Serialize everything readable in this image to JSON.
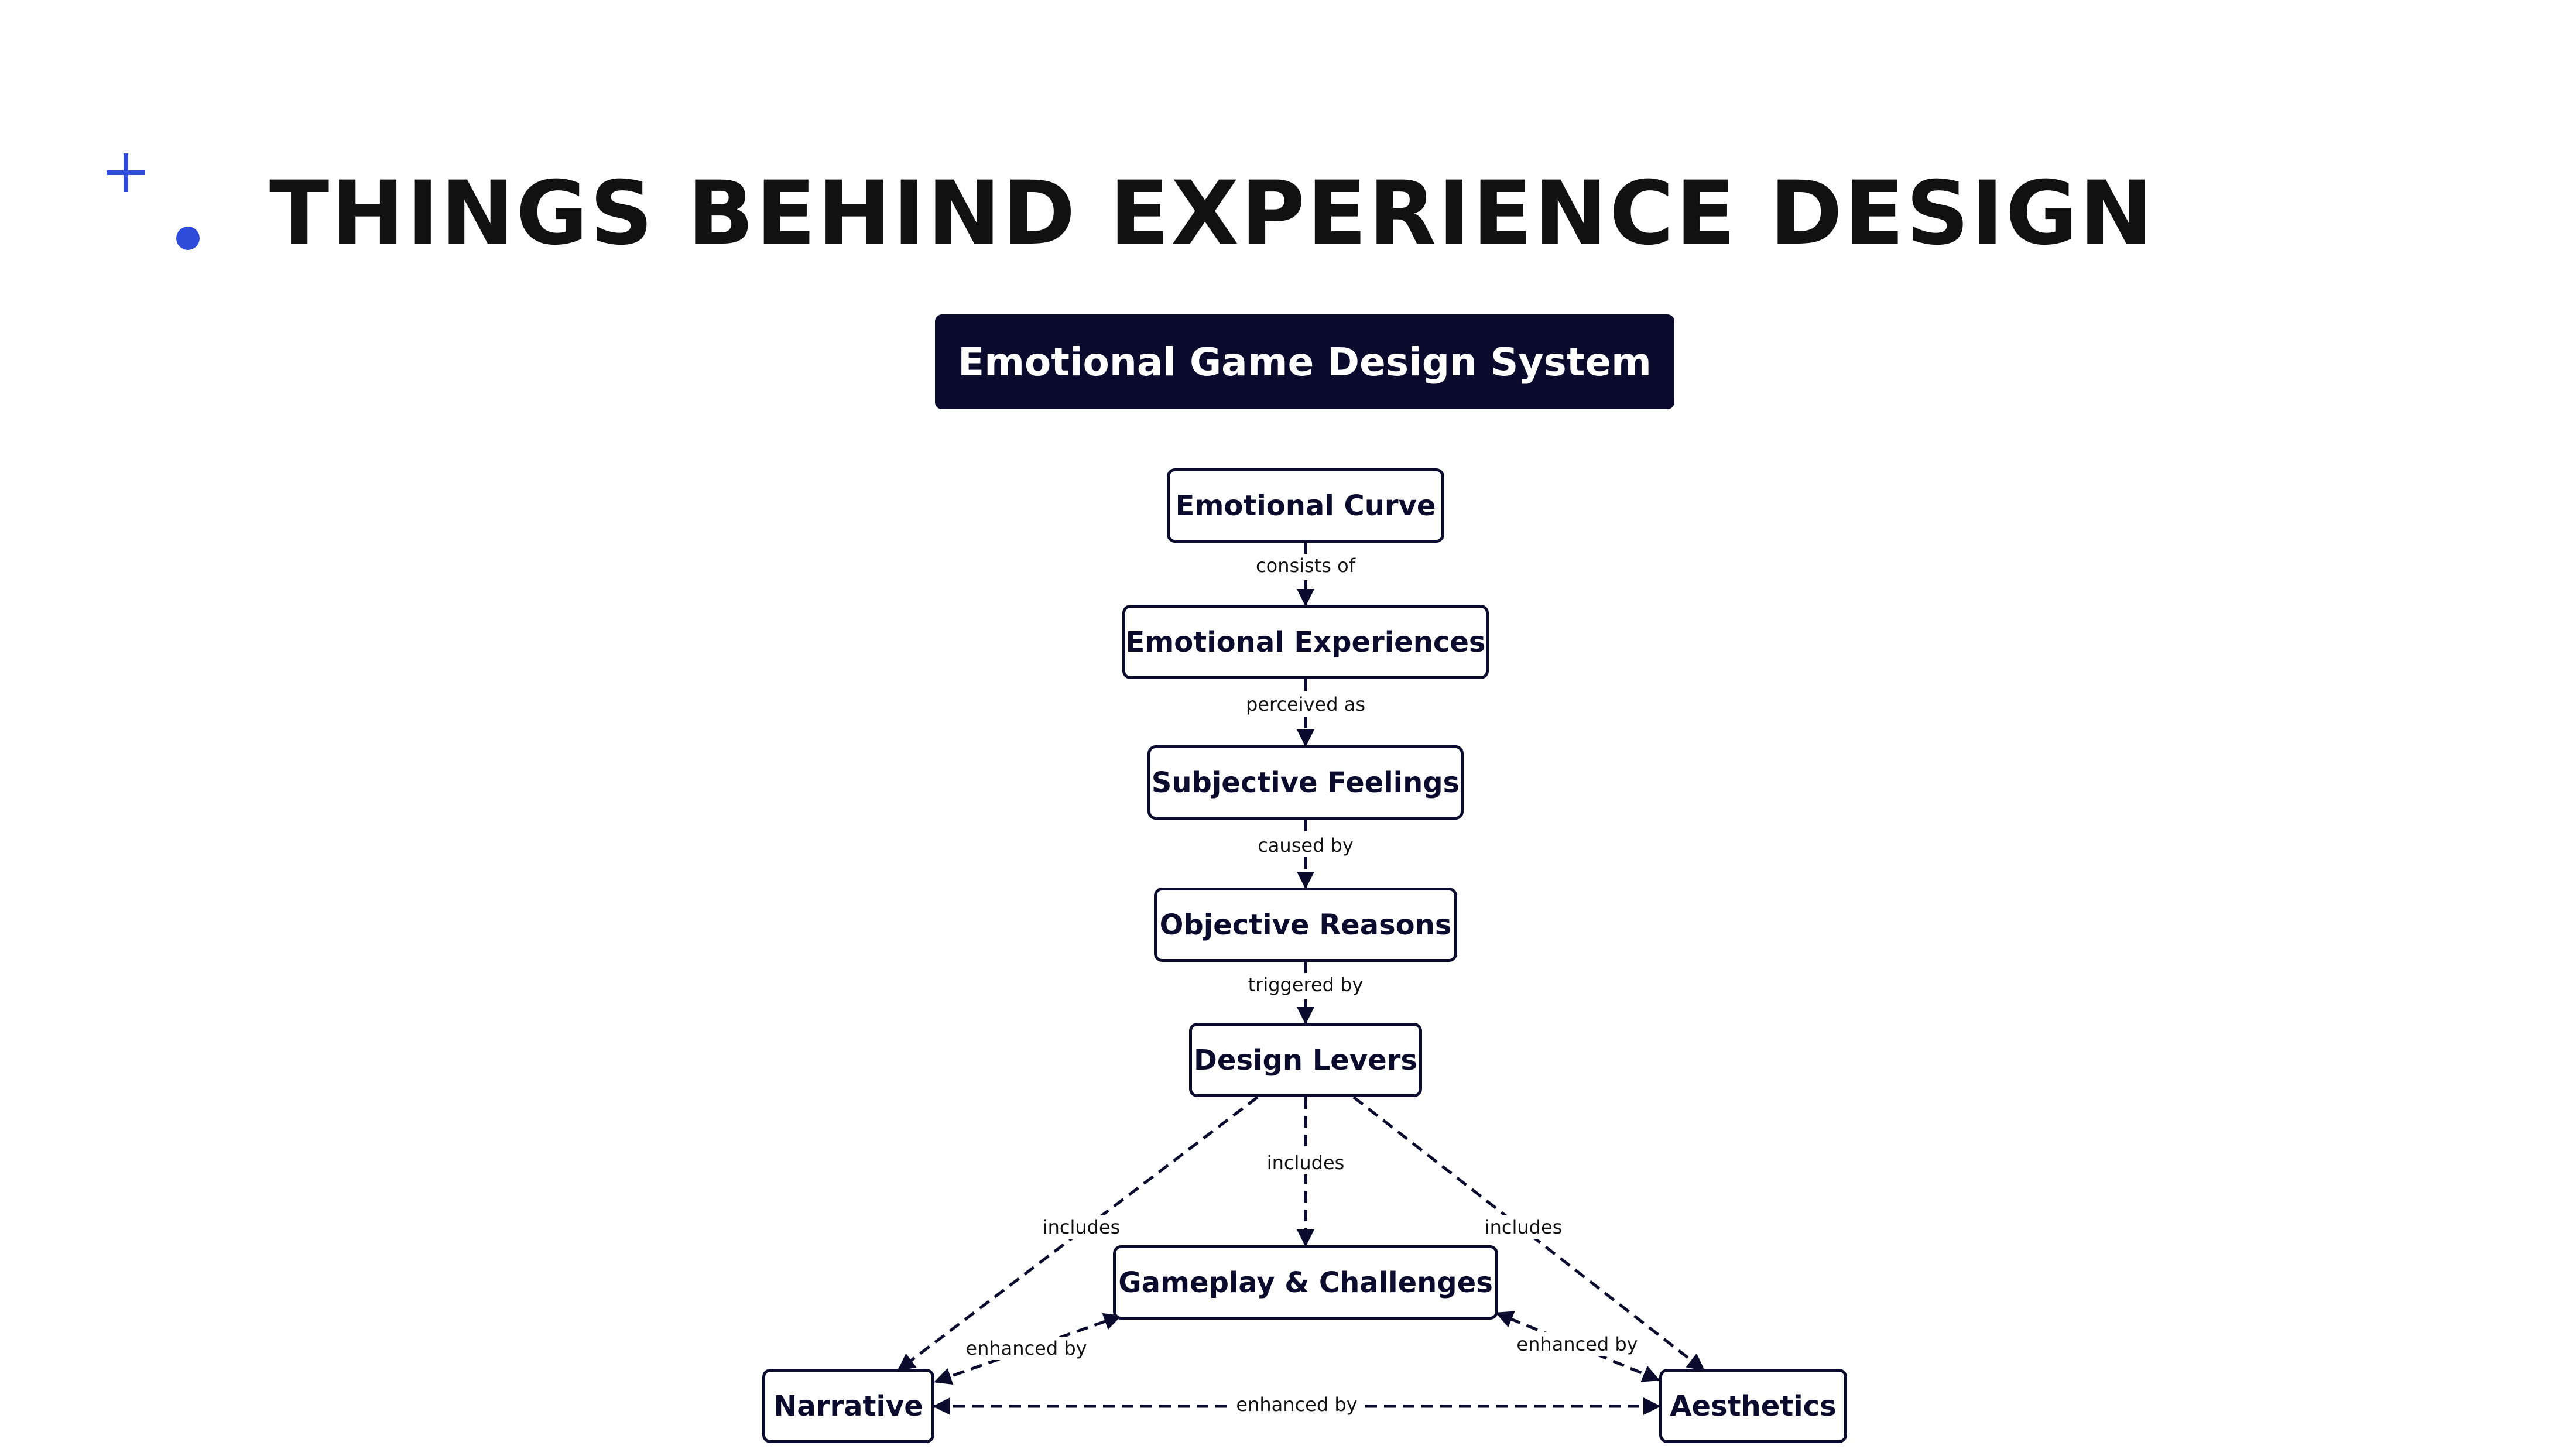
{
  "slide": {
    "title": "THINGS BEHIND EXPERIENCE DESIGN",
    "accent_color": "#2f4bd9",
    "decorations": [
      "plus-icon",
      "dot-icon"
    ]
  },
  "diagram": {
    "header": "Emotional Game Design System",
    "nodes": {
      "emotional_curve": "Emotional Curve",
      "emotional_experiences": "Emotional Experiences",
      "subjective_feelings": "Subjective Feelings",
      "objective_reasons": "Objective Reasons",
      "design_levers": "Design Levers",
      "gameplay_challenges": "Gameplay & Challenges",
      "narrative": "Narrative",
      "aesthetics": "Aesthetics"
    },
    "edges": {
      "curve_to_experiences": "consists of",
      "experiences_to_feelings": "perceived as",
      "feelings_to_reasons": "caused by",
      "reasons_to_levers": "triggered by",
      "levers_to_gameplay": "includes",
      "levers_to_narrative": "includes",
      "levers_to_aesthetics": "includes",
      "narrative_to_gameplay": "enhanced by",
      "aesthetics_to_gameplay": "enhanced by",
      "narrative_to_aesthetics": "enhanced by"
    },
    "colors": {
      "header_bg": "#0b0b2e",
      "node_border": "#0b0b2e",
      "edge": "#0b0b2e"
    }
  }
}
